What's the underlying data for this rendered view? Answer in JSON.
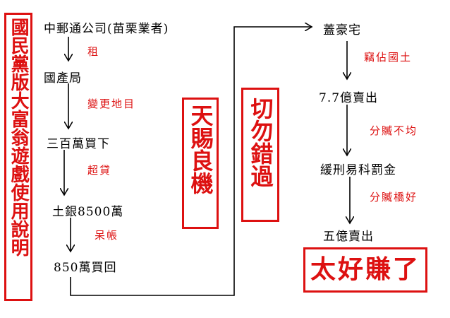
{
  "sidebar": {
    "title": "國民黨版大富翁遊戲使用說明"
  },
  "left_flow": {
    "nodes": [
      "中郵通公司(苗栗業者)",
      "國產局",
      "三百萬買下",
      "土銀8500萬",
      "850萬買回"
    ],
    "labels": [
      "租",
      "變更地目",
      "超貸",
      "呆帳"
    ]
  },
  "middle_boxes": {
    "box1": "天賜良機",
    "box2": "切勿錯過"
  },
  "right_flow": {
    "nodes": [
      "蓋豪宅",
      "7.7億賣出",
      "緩刑易科罰金",
      "五億賣出"
    ],
    "labels": [
      "竊佔國土",
      "分贓不均",
      "分贓橋好"
    ]
  },
  "conclusion": {
    "text": "太好賺了"
  },
  "colors": {
    "accent": "#dd1111",
    "line": "#000000",
    "background": "#ffffff"
  }
}
